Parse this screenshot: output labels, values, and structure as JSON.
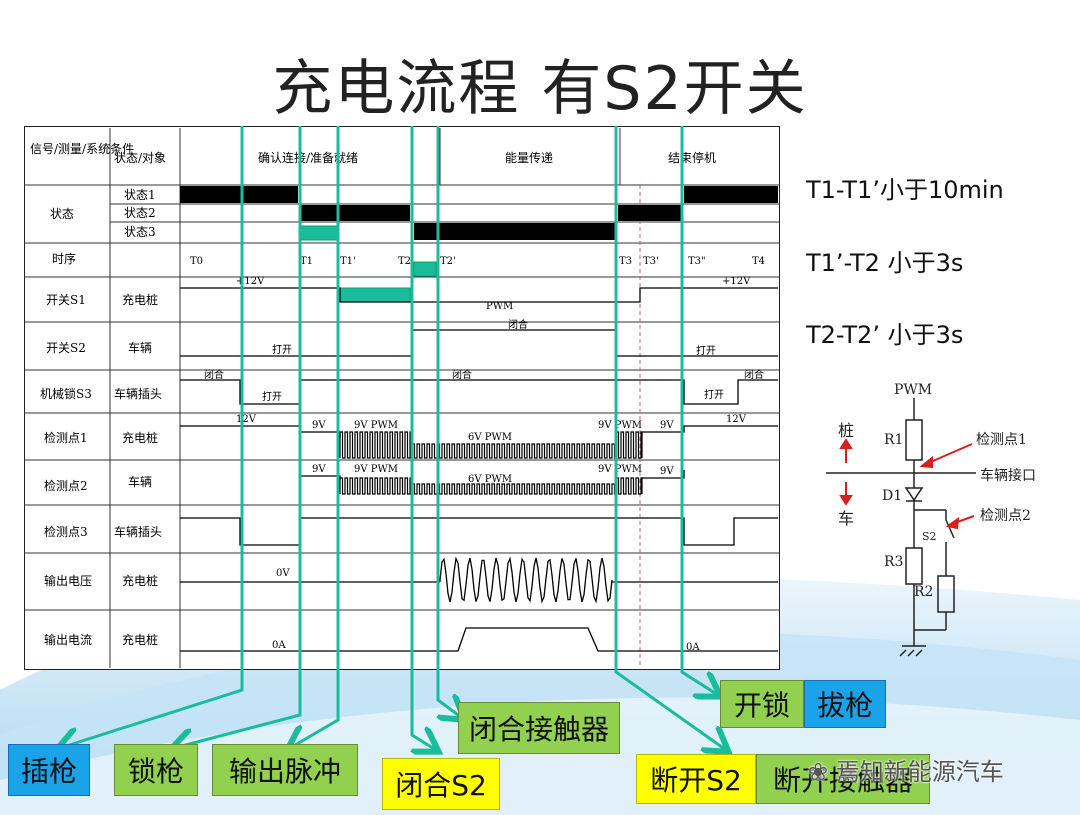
{
  "title": "充电流程  有S2开关",
  "notes": [
    "T1-T1’小于10min",
    "T1’-T2 小于3s",
    "T2-T2’ 小于3s"
  ],
  "table": {
    "header": [
      "信号/测量/系统条件",
      "状态/对象",
      "确认连接/准备就绪",
      "能量传递",
      "结束停机"
    ],
    "rows": [
      {
        "signal": "状态",
        "object": ""
      },
      {
        "signal": "时序",
        "object": ""
      },
      {
        "signal": "开关S1",
        "object": "充电桩"
      },
      {
        "signal": "开关S2",
        "object": "车辆"
      },
      {
        "signal": "机械锁S3",
        "object": "车辆插头"
      },
      {
        "signal": "检测点1",
        "object": "充电桩"
      },
      {
        "signal": "检测点2",
        "object": "车辆"
      },
      {
        "signal": "检测点3",
        "object": "车辆插头"
      },
      {
        "signal": "输出电压",
        "object": "充电桩"
      },
      {
        "signal": "输出电流",
        "object": "充电桩"
      }
    ],
    "states": [
      "状态1",
      "状态2",
      "状态3"
    ],
    "times": [
      "T0",
      "T1",
      "T1'",
      "T2",
      "T2'",
      "T3",
      "T3'",
      "T3\"",
      "T4"
    ],
    "labels": {
      "v12": "+12V",
      "pwm": "PWM",
      "closed": "闭合",
      "open": "打开",
      "v12b": "12V",
      "v9": "9V",
      "v9pwm": "9V PWM",
      "v6pwm": "6V PWM",
      "v0": "0V",
      "a0": "0A"
    }
  },
  "circuit": {
    "pwm": "PWM",
    "r1": "R1",
    "d1": "D1",
    "r2": "R2",
    "r3": "R3",
    "s2": "S2",
    "pile": "桩",
    "car": "车",
    "det1": "检测点1",
    "det2": "检测点2",
    "port": "车辆接口"
  },
  "buttons": {
    "insert": "插枪",
    "lock": "锁枪",
    "pulse": "输出脉冲",
    "close_s2": "闭合S2",
    "close_contactor": "闭合接触器",
    "open_s2": "断开S2",
    "open_contactor": "断开接触器",
    "unlock": "开锁",
    "unplug": "拔枪"
  },
  "watermark": "焉知新能源汽车",
  "colors": {
    "green": "#92d050",
    "blue": "#1aa3e8",
    "yellow": "#ffff00",
    "teal": "#1abc9c",
    "table_bar": "#000000"
  }
}
